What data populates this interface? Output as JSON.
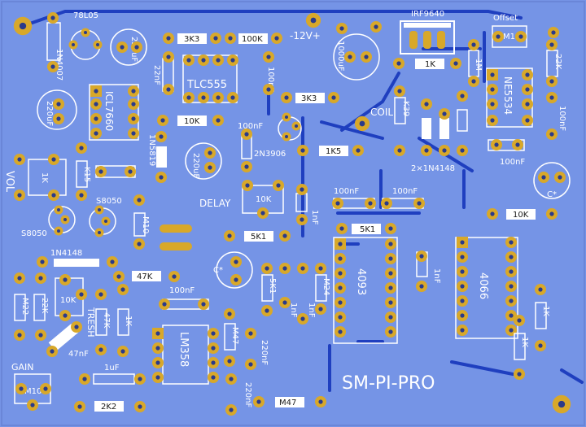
{
  "board": {
    "title": "SM-PI-PRO",
    "colors": {
      "substrate": "#7594e6",
      "trace": "#1f3fbf",
      "pad": "#d8a82a",
      "silk": "#ffffff"
    }
  },
  "components": {
    "reg": "78L05",
    "diode1": "1N4007",
    "cap_220uF_a": "220uF",
    "r_3k3_a": "3K3",
    "r_100k_a": "100K",
    "supply": "-12V+",
    "mosfet": "IRF9640",
    "offset": "Offset",
    "pot_m10_a": "M10",
    "cap_22nF": "22nF",
    "ic_timer": "TLC555",
    "cap_100nF_a": "100nF",
    "cap_1000uF": "1000uF",
    "r_1k_a": "1K",
    "r_1m": "1M",
    "r_22k": "22K",
    "ic_opamp": "NE5534",
    "ic_conv": "ICL7660",
    "cap_220uF_b": "220uF",
    "r_3k3_b": "3K3",
    "coil": "COIL",
    "r_k39": "K39",
    "r_10k_a": "10K",
    "cap_100nF_b": "100nF",
    "cap_100nF_c": "100nF",
    "transistor_pnp": "2N3906",
    "r_1k5": "1K5",
    "diodes_1n4148": "2×1N4148",
    "cap_100nF_d": "100nF",
    "diode_1n5819": "1N5819",
    "cap_220uF_c": "220uF",
    "vol": "VOL",
    "r_1k_b": "1K",
    "r_k15": "K15",
    "s8050_a": "S8050",
    "s8050_b": "S8050",
    "delay": "DELAY",
    "pot_10k": "10K",
    "cap_100nF_e": "100nF",
    "cap_100nF_f": "100nF",
    "cap_c_star": "C*",
    "r_10k_b": "10K",
    "r_m10": "M10",
    "r_5k1_a": "5K1",
    "r_5k1_b": "5K1",
    "cap_1nF_a": "1nF",
    "diode_1n4148_b": "1N4148",
    "r_47k_a": "47K",
    "cap_c_star_b": "C*",
    "r_5k1_c": "5K1",
    "r_m24": "M24",
    "ic_4093": "4093",
    "cap_1nF_b": "1nF",
    "ic_4066": "4066",
    "r_m22": "M22",
    "r_22k_b": "22K",
    "pot_10k_b": "10K",
    "thresh": "TRESH",
    "r_47k_b": "47K",
    "r_1k_c": "1K",
    "cap_100nF_g": "100nF",
    "cap_1nF_c": "1nF",
    "cap_1nF_d": "1nF",
    "r_1k_d": "1K",
    "cap_47nF": "47nF",
    "ic_lm358": "LM358",
    "r_m47_a": "M47",
    "cap_220nF_a": "220nF",
    "r_1k_e": "1K",
    "gain": "GAIN",
    "pot_m10_b": "M10",
    "cap_1uF": "1uF",
    "r_2k2": "2K2",
    "cap_220nF_b": "220nF",
    "r_m47_b": "M47"
  }
}
